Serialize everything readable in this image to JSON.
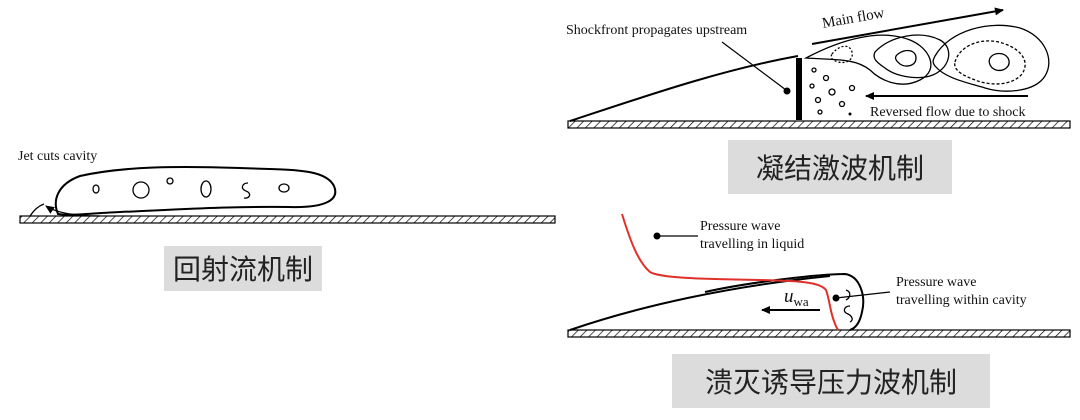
{
  "panels": {
    "reentrant": {
      "annotation": "Jet cuts cavity",
      "caption": "回射流机制"
    },
    "condensation_shock": {
      "annotation_shockfront": "Shockfront propagates upstream",
      "annotation_main_flow": "Main flow",
      "annotation_reversed": "Reversed flow due to shock",
      "caption": "凝结激波机制"
    },
    "collapse_pressure_wave": {
      "annotation_liquid_line1": "Pressure wave",
      "annotation_liquid_line2": "travelling  in liquid",
      "annotation_cavity_line1": "Pressure wave",
      "annotation_cavity_line2": "travelling  within cavity",
      "velocity_symbol": "u",
      "velocity_subscript": "wa",
      "caption": "溃灭诱导压力波机制"
    }
  },
  "colors": {
    "caption_background": "#dcdcdc",
    "pressure_wave": "#e0302a"
  }
}
